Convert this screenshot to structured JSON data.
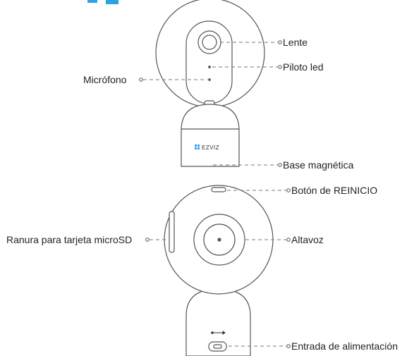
{
  "labels": {
    "lente": "Lente",
    "piloto_led": "Piloto led",
    "microfono": "Micrófono",
    "base_magnetica": "Base magnética",
    "boton_reinicio": "Botón de REINICIO",
    "ranura_microsd": "Ranura para tarjeta microSD",
    "altavoz": "Altavoz",
    "entrada_alimentacion": "Entrada de alimentación"
  },
  "brand_logo": "EZVIZ",
  "icons": [
    "usb-icon"
  ],
  "colors": {
    "accent": "#2aa3e3",
    "outline": "#555555",
    "text": "#231f20",
    "leader": "#777777"
  }
}
